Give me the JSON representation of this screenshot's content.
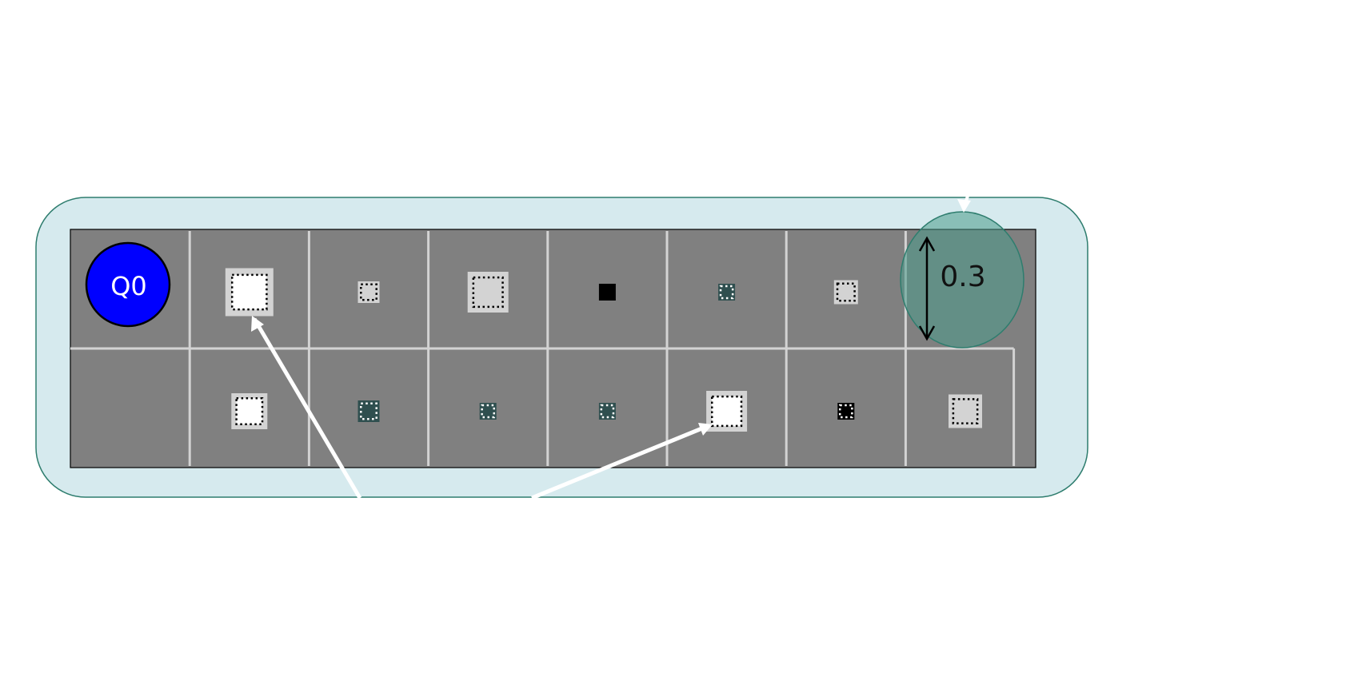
{
  "colors": {
    "background": "#ffffff",
    "container_fill": "#d6eaee",
    "container_stroke": "#2e7d6e",
    "grid_fill": "#808080",
    "grid_line": "#d3d3d3",
    "qubit_fill": "#0000ff",
    "qubit_text": "#ffffff",
    "marker_light": "#d3d3d3",
    "marker_white": "#ffffff",
    "marker_teal": "#2f4f4f",
    "marker_black": "#000000",
    "highlight_fill": "#4b9a8a",
    "arrow": "#ffffff",
    "measure_line": "#000000"
  },
  "qubit": {
    "label": "Q0"
  },
  "measurement": {
    "value": "0.3"
  },
  "grid": {
    "rows": [
      [
        {
          "kind": "qubit"
        },
        {
          "style": "light-white-core",
          "size": 1.0
        },
        {
          "style": "light-dotted",
          "size": 0.45
        },
        {
          "style": "light-dotted",
          "size": 0.85
        },
        {
          "style": "black-solid",
          "size": 0.35
        },
        {
          "style": "teal-dotted",
          "size": 0.35
        },
        {
          "style": "light-dotted",
          "size": 0.5
        },
        {
          "kind": "measure"
        }
      ],
      [
        {
          "kind": "empty"
        },
        {
          "style": "light-white-core",
          "size": 0.75
        },
        {
          "style": "teal-dotted",
          "size": 0.45
        },
        {
          "style": "teal-dotted",
          "size": 0.35
        },
        {
          "style": "teal-dotted",
          "size": 0.35
        },
        {
          "style": "light-white-core",
          "size": 0.85
        },
        {
          "style": "black-dotted",
          "size": 0.35
        },
        {
          "style": "light-dotted",
          "size": 0.7
        }
      ]
    ]
  },
  "arrows": [
    {
      "from": "below-container",
      "to": "row1-col1"
    },
    {
      "from": "below-container",
      "to": "row2-col5"
    },
    {
      "from": "above-container",
      "to": "measure-circle"
    }
  ]
}
